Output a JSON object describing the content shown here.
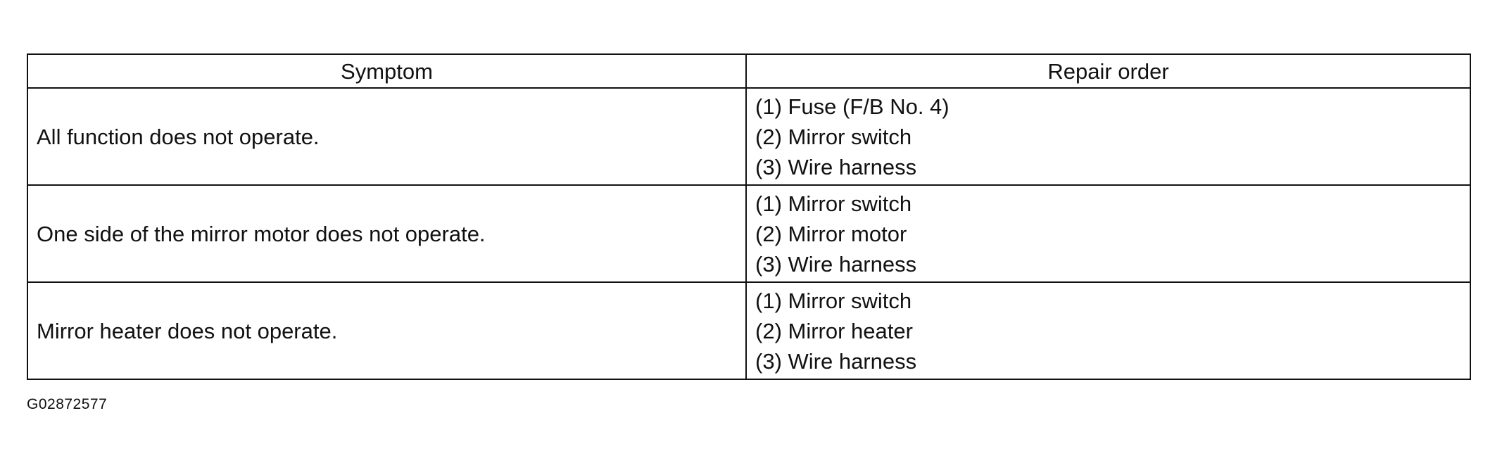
{
  "table": {
    "headers": {
      "symptom": "Symptom",
      "repair_order": "Repair order"
    },
    "rows": [
      {
        "symptom": "All function does not operate.",
        "repair_order": [
          "(1) Fuse (F/B No. 4)",
          "(2) Mirror switch",
          "(3) Wire harness"
        ]
      },
      {
        "symptom": "One side of the mirror motor does not operate.",
        "repair_order": [
          "(1) Mirror switch",
          "(2) Mirror motor",
          "(3) Wire harness"
        ]
      },
      {
        "symptom": "Mirror heater does not operate.",
        "repair_order": [
          "(1) Mirror switch",
          "(2) Mirror heater",
          "(3) Wire harness"
        ]
      }
    ]
  },
  "figure_id": "G02872577"
}
